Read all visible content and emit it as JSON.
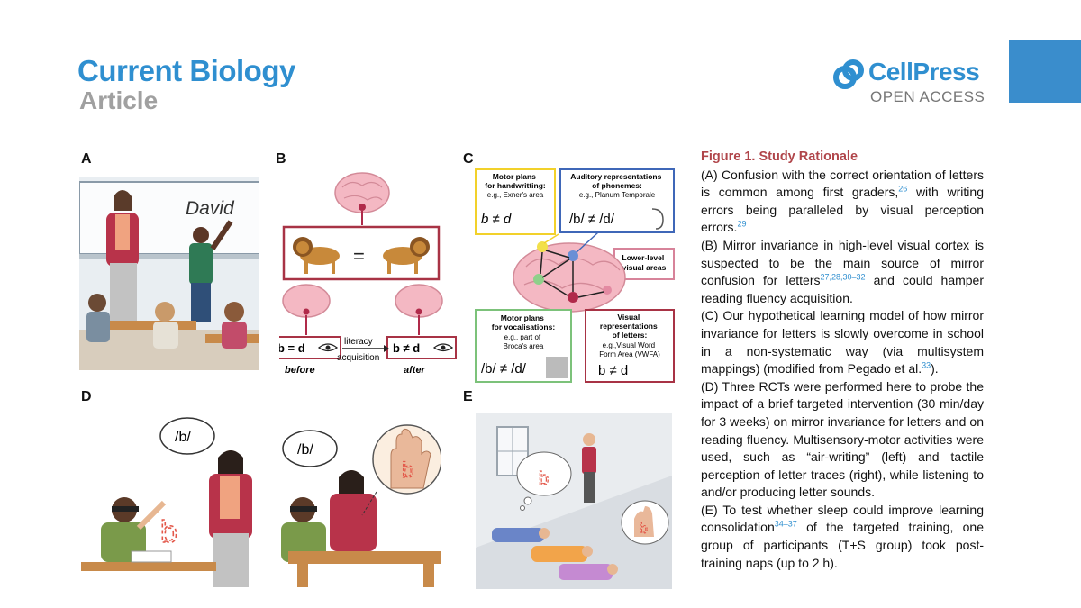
{
  "header": {
    "journal": "Current Biology",
    "section": "Article",
    "publisher": "CellPress",
    "access": "OPEN ACCESS"
  },
  "colors": {
    "accent": "#2f8fd0",
    "caption_title": "#b0454a",
    "corner": "#3a8dcc"
  },
  "panels": {
    "a": {
      "label": "A",
      "board_text": "David"
    },
    "b": {
      "label": "B",
      "equal_sign": "=",
      "left_eq": "b = d",
      "right_eq": "b ≠ d",
      "arrow_top": "literacy",
      "arrow_bottom": "acquisition",
      "before": "before",
      "after": "after"
    },
    "c": {
      "label": "C",
      "motor_hw_title": "Motor plans\nfor handwritting:",
      "motor_hw_sub": "e.g., Exner's area",
      "motor_hw_formula": "b ≠ d",
      "auditory_title": "Auditory representations\nof phonemes:",
      "auditory_sub": "e.g., Planum Temporale",
      "auditory_formula": "/b/ ≠ /d/",
      "lower_title": "Lower-level\nvisual areas",
      "motor_voc_title": "Motor plans\nfor vocalisations:",
      "motor_voc_sub": "e.g., part of\nBroca's area",
      "motor_voc_formula": "/b/ ≠ /d/",
      "visual_title": "Visual\nrepresentations\nof letters:",
      "visual_sub": "e.g.,Visual Word\nForm Area (VWFA)",
      "visual_formula": "b ≠ d"
    },
    "d": {
      "label": "D",
      "bubble_left": "/b/",
      "bubble_right": "/b/",
      "air_letter": "b",
      "palm_letter": "b"
    },
    "e": {
      "label": "E",
      "dream_letter_1": "b",
      "dream_letter_2": "b"
    }
  },
  "caption": {
    "title": "Figure 1.  Study Rationale",
    "a_text": "(A) Confusion with the correct orientation of letters is common among first graders,",
    "a_ref1": "26",
    "a_text2": " with writing errors being paralleled by visual perception errors.",
    "a_ref2": "29",
    "b_text": "(B) Mirror invariance in high-level visual cortex is suspected to be the main source of mirror confusion for letters",
    "b_ref": "27,28,30–32",
    "b_text2": " and could hamper reading fluency acquisition.",
    "c_text": "(C) Our hypothetical learning model of how mirror invariance for letters is slowly overcome in school in a non-systematic way (via multisystem mappings) (modified from Pegado et al.",
    "c_ref": "33",
    "c_text2": ").",
    "d_text": "(D) Three RCTs were performed here to probe the impact of a brief targeted intervention (30 min/day for 3 weeks) on mirror invariance for letters and on reading fluency. Multisensory-motor activities were used, such as “air-writing” (left) and tactile perception of letter traces (right), while listening to and/or producing letter sounds.",
    "e_text": "(E) To test whether sleep could improve learning consolidation",
    "e_ref": "34–37",
    "e_text2": " of the targeted training, one group of participants (T+S group) took post-training naps (up to 2 h)."
  }
}
